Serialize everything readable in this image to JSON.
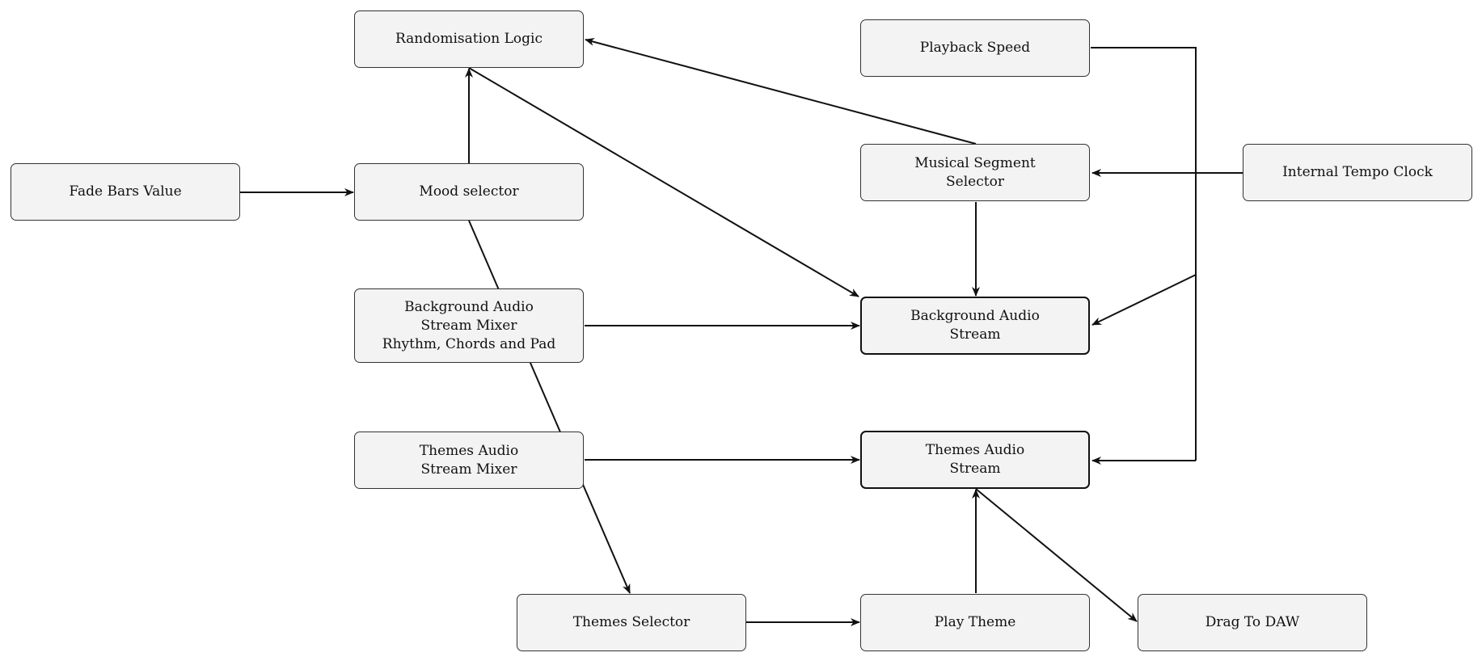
{
  "nodes": {
    "randomisation_logic": "Randomisation Logic",
    "playback_speed": "Playback Speed",
    "fade_bars_value": "Fade Bars Value",
    "mood_selector": "Mood selector",
    "musical_segment_selector": "Musical Segment\nSelector",
    "internal_tempo_clock": "Internal Tempo Clock",
    "bg_audio_stream_mixer": "Background Audio\nStream Mixer\nRhythm, Chords and Pad",
    "bg_audio_stream": "Background Audio\nStream",
    "themes_audio_stream_mixer": "Themes Audio\nStream Mixer",
    "themes_audio_stream": "Themes Audio\nStream",
    "themes_selector": "Themes Selector",
    "play_theme": "Play Theme",
    "drag_to_daw": "Drag To DAW"
  },
  "edges": [
    {
      "from": "fade_bars_value",
      "to": "mood_selector"
    },
    {
      "from": "mood_selector",
      "to": "randomisation_logic"
    },
    {
      "from": "randomisation_logic",
      "to": "bg_audio_stream"
    },
    {
      "from": "musical_segment_selector",
      "to": "randomisation_logic"
    },
    {
      "from": "musical_segment_selector",
      "to": "bg_audio_stream"
    },
    {
      "from": "internal_tempo_clock",
      "to": "musical_segment_selector"
    },
    {
      "from": "playback_speed",
      "to": "bg_audio_stream"
    },
    {
      "from": "playback_speed",
      "to": "themes_audio_stream"
    },
    {
      "from": "bg_audio_stream_mixer",
      "to": "bg_audio_stream"
    },
    {
      "from": "themes_audio_stream_mixer",
      "to": "themes_audio_stream"
    },
    {
      "from": "mood_selector",
      "to": "themes_selector"
    },
    {
      "from": "themes_selector",
      "to": "play_theme"
    },
    {
      "from": "play_theme",
      "to": "themes_audio_stream"
    },
    {
      "from": "themes_audio_stream",
      "to": "drag_to_daw"
    }
  ]
}
